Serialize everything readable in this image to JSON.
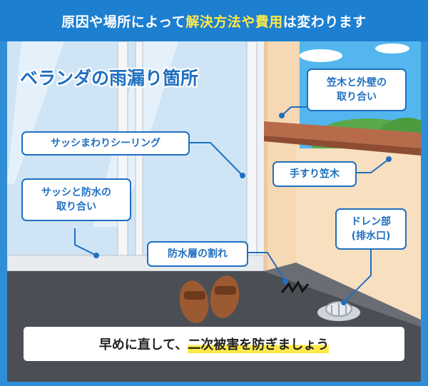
{
  "header": {
    "part1": "原因や場所によって",
    "part2": "解決方法や費用",
    "part3": "は変わります"
  },
  "title": "ベランダの雨漏り箇所",
  "callouts": {
    "kasagi_gaiheki": [
      "笠木と外壁の",
      "取り合い"
    ],
    "sash_sealing": "サッシまわりシーリング",
    "tesuri_kasagi": "手すり笠木",
    "sash_bousui": [
      "サッシと防水の",
      "取り合い"
    ],
    "drain": [
      "ドレン部",
      "(排水口)"
    ],
    "bousui_ware": "防水層の割れ"
  },
  "footer": {
    "part1": "早めに直して、",
    "part2": "二次被害を防ぎましょう"
  },
  "colors": {
    "accent_blue": "#1f6fc0",
    "highlight_yellow": "#ffe94a"
  }
}
